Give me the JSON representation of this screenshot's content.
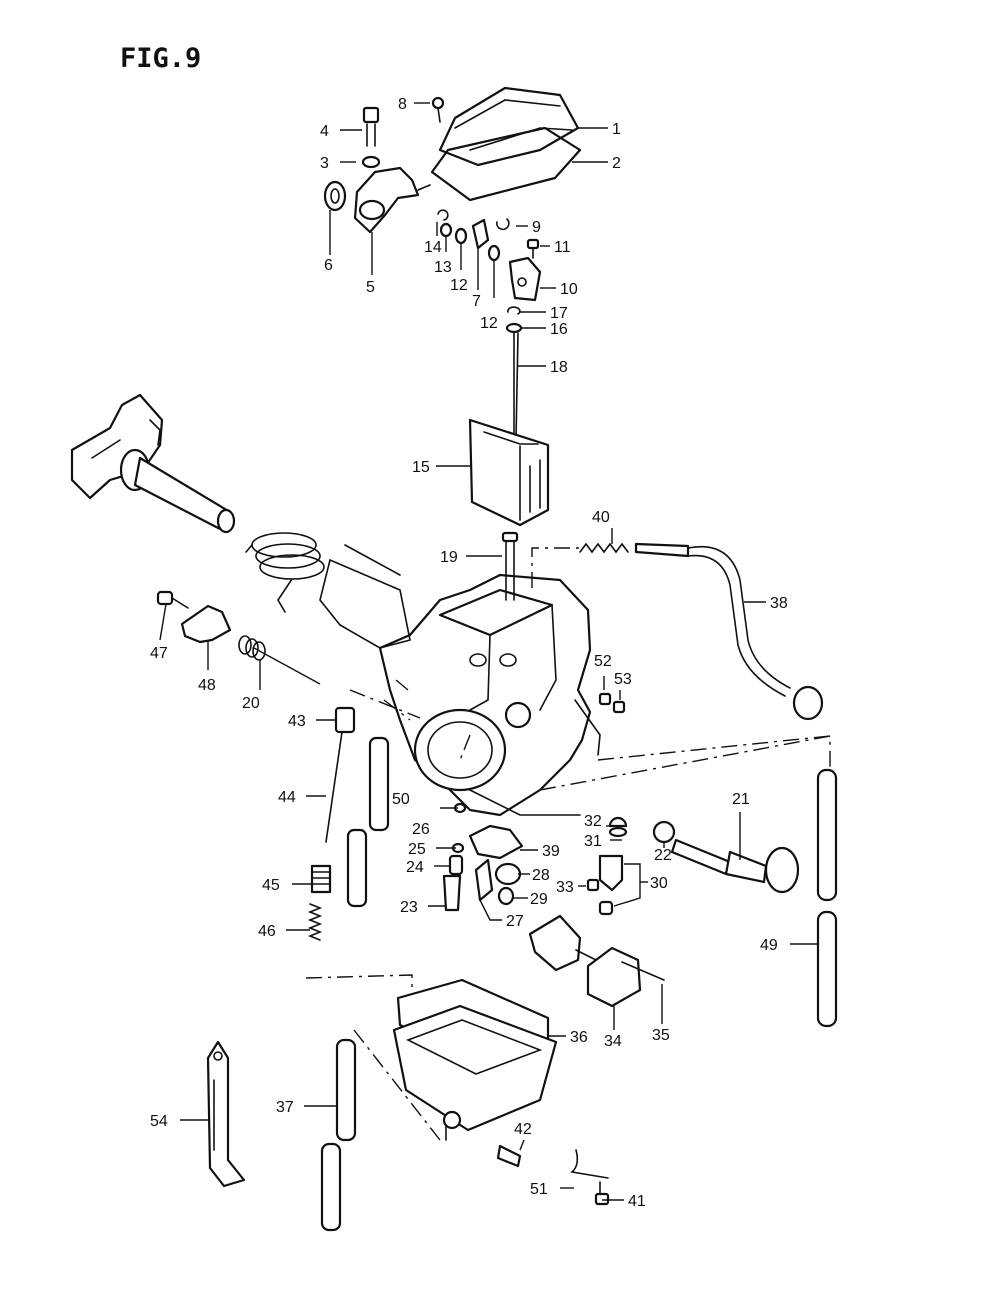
{
  "figure": {
    "title": "FIG.9"
  },
  "callouts": [
    {
      "id": "c1",
      "text": "1"
    },
    {
      "id": "c2",
      "text": "2"
    },
    {
      "id": "c3",
      "text": "3"
    },
    {
      "id": "c4",
      "text": "4"
    },
    {
      "id": "c5",
      "text": "5"
    },
    {
      "id": "c6",
      "text": "6"
    },
    {
      "id": "c7",
      "text": "7"
    },
    {
      "id": "c8",
      "text": "8"
    },
    {
      "id": "c9",
      "text": "9"
    },
    {
      "id": "c10",
      "text": "10"
    },
    {
      "id": "c11",
      "text": "11"
    },
    {
      "id": "c12a",
      "text": "12"
    },
    {
      "id": "c12b",
      "text": "12"
    },
    {
      "id": "c13",
      "text": "13"
    },
    {
      "id": "c14",
      "text": "14"
    },
    {
      "id": "c15",
      "text": "15"
    },
    {
      "id": "c16",
      "text": "16"
    },
    {
      "id": "c17",
      "text": "17"
    },
    {
      "id": "c18",
      "text": "18"
    },
    {
      "id": "c19",
      "text": "19"
    },
    {
      "id": "c20",
      "text": "20"
    },
    {
      "id": "c21",
      "text": "21"
    },
    {
      "id": "c22",
      "text": "22"
    },
    {
      "id": "c23",
      "text": "23"
    },
    {
      "id": "c24",
      "text": "24"
    },
    {
      "id": "c25",
      "text": "25"
    },
    {
      "id": "c26",
      "text": "26"
    },
    {
      "id": "c27",
      "text": "27"
    },
    {
      "id": "c28",
      "text": "28"
    },
    {
      "id": "c29",
      "text": "29"
    },
    {
      "id": "c30",
      "text": "30"
    },
    {
      "id": "c31",
      "text": "31"
    },
    {
      "id": "c32",
      "text": "32"
    },
    {
      "id": "c33",
      "text": "33"
    },
    {
      "id": "c34",
      "text": "34"
    },
    {
      "id": "c35",
      "text": "35"
    },
    {
      "id": "c36",
      "text": "36"
    },
    {
      "id": "c37",
      "text": "37"
    },
    {
      "id": "c38",
      "text": "38"
    },
    {
      "id": "c39",
      "text": "39"
    },
    {
      "id": "c40",
      "text": "40"
    },
    {
      "id": "c41",
      "text": "41"
    },
    {
      "id": "c42",
      "text": "42"
    },
    {
      "id": "c43",
      "text": "43"
    },
    {
      "id": "c44",
      "text": "44"
    },
    {
      "id": "c45",
      "text": "45"
    },
    {
      "id": "c46",
      "text": "46"
    },
    {
      "id": "c47",
      "text": "47"
    },
    {
      "id": "c48",
      "text": "48"
    },
    {
      "id": "c49",
      "text": "49"
    },
    {
      "id": "c50",
      "text": "50"
    },
    {
      "id": "c51",
      "text": "51"
    },
    {
      "id": "c52",
      "text": "52"
    },
    {
      "id": "c53",
      "text": "53"
    },
    {
      "id": "c54",
      "text": "54"
    }
  ]
}
